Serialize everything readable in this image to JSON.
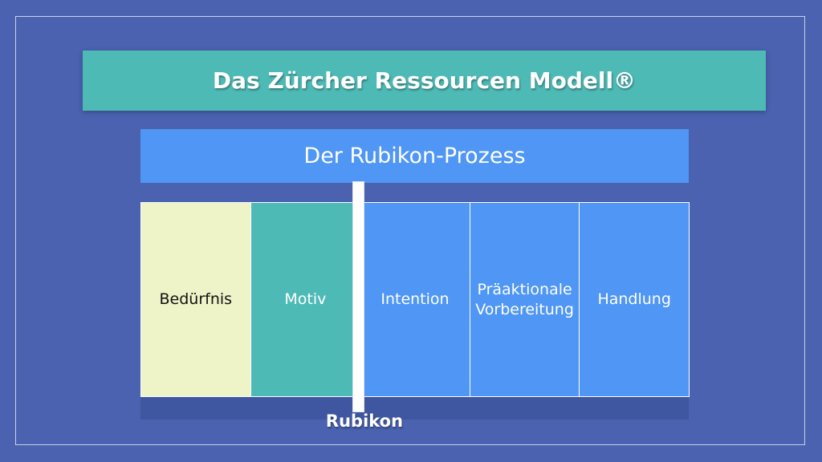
{
  "title": "Das Zürcher Ressourcen Modell®",
  "subtitle": "Der Rubikon-Prozess",
  "phases": [
    {
      "label": "Bedürfnis",
      "color": "#eef3c8",
      "text_color": "#111111"
    },
    {
      "label": "Motiv",
      "color": "#4dbab6",
      "text_color": "#ffffff"
    },
    {
      "label": "Intention",
      "color": "#4f96f5",
      "text_color": "#ffffff"
    },
    {
      "label": "Präaktionale\nVorbereitung",
      "color": "#4f96f5",
      "text_color": "#ffffff"
    },
    {
      "label": "Handlung",
      "color": "#4f96f5",
      "text_color": "#ffffff"
    }
  ],
  "rubikon_label": "Rubikon",
  "colors": {
    "background": "#4a62b0",
    "teal": "#4dbab6",
    "blue": "#4f96f5",
    "cream": "#eef3c8",
    "base": "#3f57a0"
  }
}
